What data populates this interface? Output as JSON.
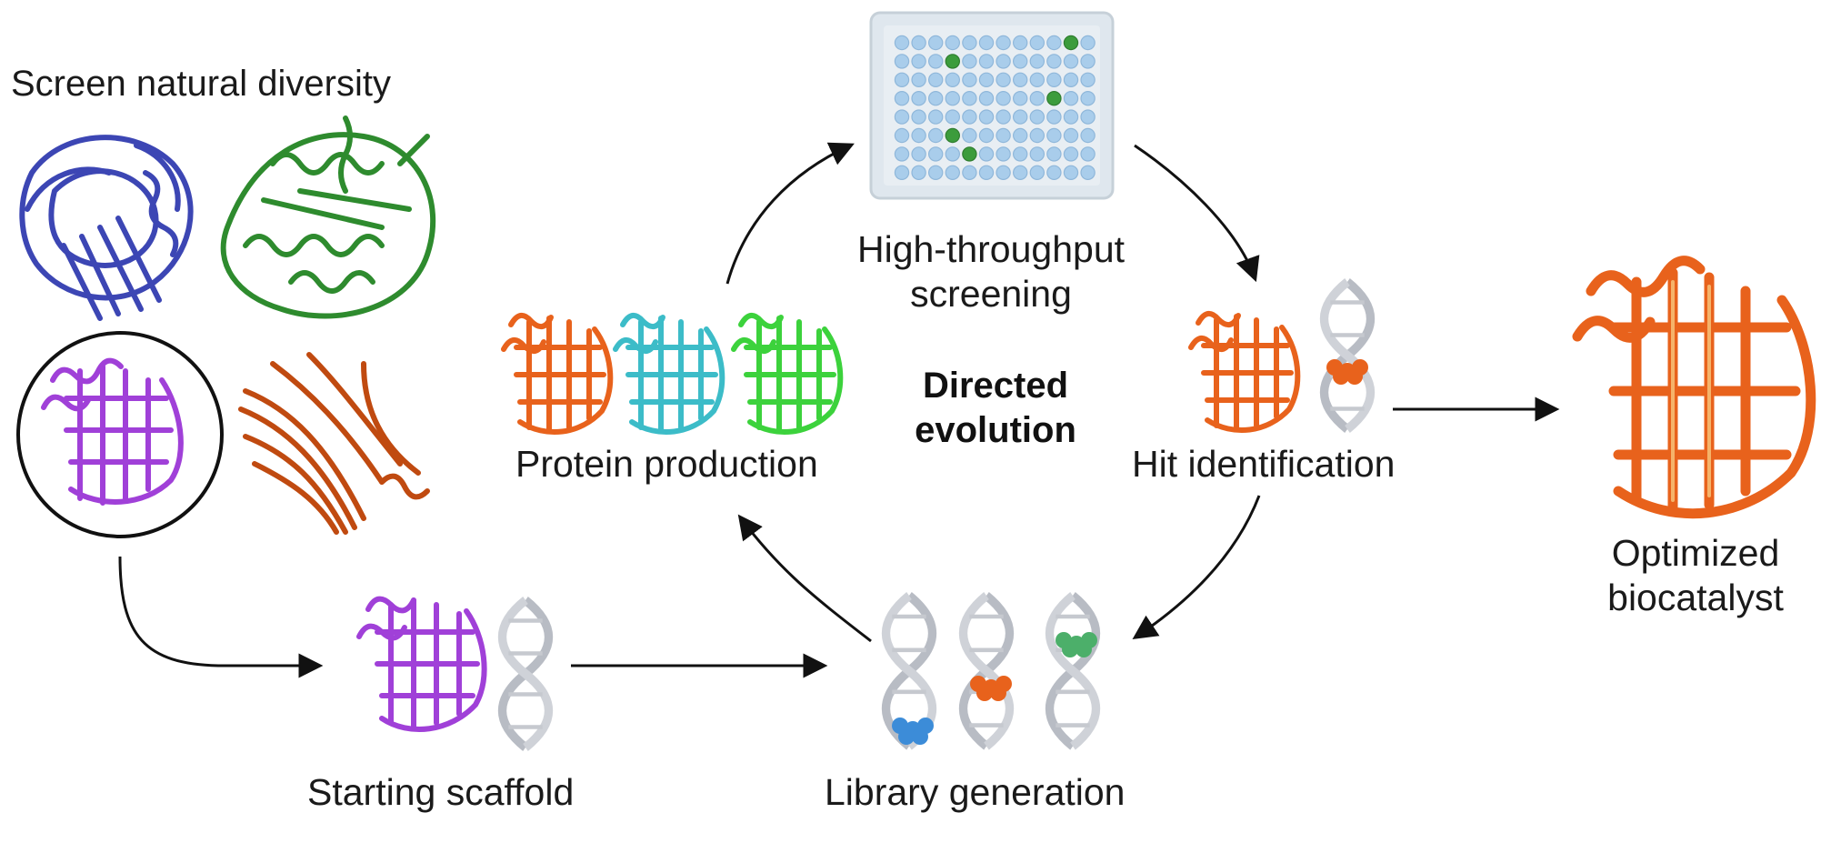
{
  "labels": {
    "screen_natural_diversity": "Screen natural diversity",
    "high_throughput_line1": "High-throughput",
    "high_throughput_line2": "screening",
    "directed_line1": "Directed",
    "directed_line2": "evolution",
    "protein_production": "Protein production",
    "hit_identification": "Hit identification",
    "optimized_line1": "Optimized",
    "optimized_line2": "biocatalyst",
    "starting_scaffold": "Starting scaffold",
    "library_generation": "Library generation"
  },
  "colors": {
    "blue_protein": "#3c46b4",
    "green_protein": "#2e8b2e",
    "purple_protein": "#a040d8",
    "brown_protein": "#c04a10",
    "orange_protein": "#e8621c",
    "cyan_protein": "#3cbcc8",
    "lime_protein": "#3cd23c",
    "dna": "#b8bcc4",
    "plate": "#dfe7ee",
    "well": "#a9cdeb",
    "hit_well": "#3c9c3c",
    "mutation_blue": "#3c8cd8",
    "mutation_orange": "#e8621c",
    "mutation_green": "#4caf6a"
  },
  "icons": [
    "protein-structure-icon",
    "dna-helix-icon",
    "well-plate-icon",
    "arrow-icon"
  ]
}
